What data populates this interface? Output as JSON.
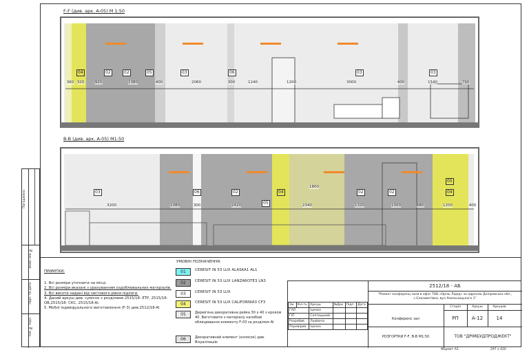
{
  "sections": {
    "top": {
      "title": "F-F (див. арк. A-05) M 1:50",
      "tags": [
        "04",
        "02",
        "02",
        "05",
        "03",
        "06",
        "03",
        "03"
      ],
      "dims": [
        "360",
        "320",
        "920",
        "1380",
        "400",
        "2060",
        "300",
        "1240",
        "1200",
        "3000",
        "400",
        "1540",
        "790"
      ]
    },
    "bottom": {
      "title": "B-B (див. арк. A-05) M1:50",
      "tags": [
        "03",
        "06",
        "02",
        "04",
        "05",
        "02",
        "02",
        "04",
        "05"
      ],
      "dims": [
        "3200",
        "1080",
        "300",
        "2420",
        "2340",
        "1320",
        "1000",
        "680",
        "1200",
        "400"
      ],
      "span_dim": "1800"
    }
  },
  "notes": {
    "heading": "ПРИМІТКИ:",
    "items": [
      "1. Всі розміри уточнити на місці.",
      "2. Всі розміри вказані з урахуванням оздоблювальних матеріалів.",
      "3. Всі висоти надані від чистового рівня підлоги.",
      "4. Даний аркуш див. сумісно з розділами 2515/18- ЕТР, 2515/18-ОВ,2515/18- СКС, 2515/18-АІ.",
      "5. Меблі індивідуального виготовлення (F-3) див.2512/18-АІ"
    ]
  },
  "legend": {
    "heading": "УМОВНІ ПОЗНАЧЕННЯ:",
    "items": [
      {
        "code": "01",
        "text": "CERESIT IN 53 LUX ALASKA1 AL1",
        "color": "#7ff0f0"
      },
      {
        "code": "02",
        "text": "CERESIT IN 53 LUX LANZAROTE3 LN3",
        "color": "#9a9a9a"
      },
      {
        "code": "03",
        "text": "CERESIT IN 53 LUX",
        "color": "#ffffff"
      },
      {
        "code": "04",
        "text": "CERESIT IN 53 LUX  CALIFORNIA3 CF3",
        "color": "#f3f07a"
      },
      {
        "code": "05",
        "text": "Дерев'яна декоративна рейка 30 x 40 з кроком 40. Виготовити з матеріалу напобові облицювання елементу F-03 за розділом АІ",
        "color": "#e4e4e4"
      },
      {
        "code": "06",
        "text": "Декоративний елемент (колосок) див. Візуалізацію",
        "color": "#e4e4e4"
      }
    ]
  },
  "title_block": {
    "code": "2512/18 - АБ",
    "project": "\"Ремонт конференц зали в офісі ТОВ «Оріль Лідер» за адресою Дніпровська обл., с.Єлизаветівка, вул Хмельницького 1\"",
    "headers": [
      "Зм.",
      "Кіл-ть",
      "Аркуш",
      "№Док",
      "Підп.",
      "Дата"
    ],
    "staff": [
      [
        "ГАП",
        "Іценко"
      ],
      [
        "ГІП",
        "Салтицький"
      ],
      [
        "Розробив",
        "Львівоча"
      ],
      [
        "Перевірив",
        "Іценко"
      ]
    ],
    "sheet_name": "Конференс зал",
    "drawing_name": "РОЗГОРТКИ F-F, B-B M1:50",
    "stage_label": "Стадія",
    "sheet_label": "Аркуш",
    "sheets_label": "Аркушів",
    "stage": "РП",
    "sheet": "А-12",
    "sheets": "14",
    "company": "ТОВ \"ДРІМБУДПРОДЖЕКТ\"",
    "format": "Формат А3",
    "size": "297 x 420"
  },
  "side": [
    "Погоджено",
    "Взам. інв. №",
    "Підп. та дата",
    "Інв. № підл."
  ]
}
